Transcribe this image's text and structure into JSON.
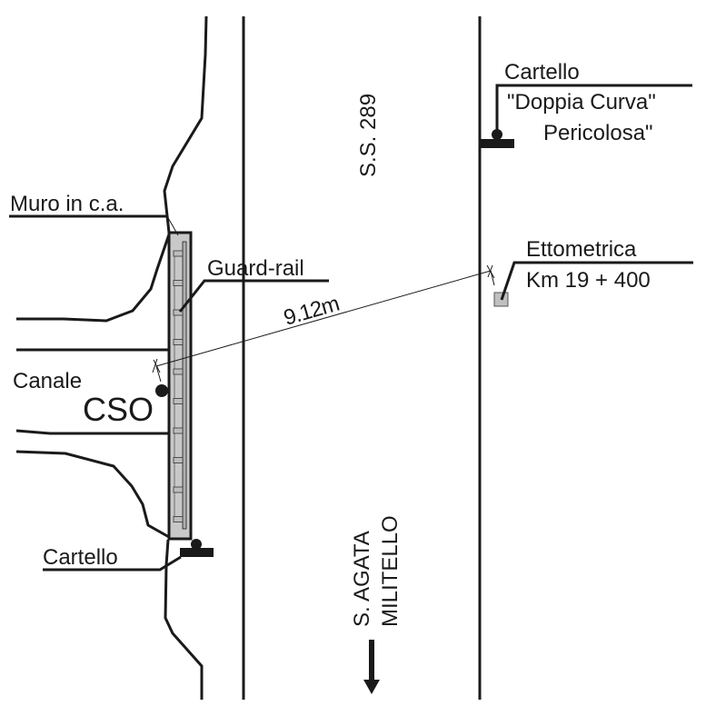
{
  "labels": {
    "road_name": "S.S. 289",
    "wall": "Muro in c.a.",
    "guard_rail": "Guard-rail",
    "distance": "9.12m",
    "canal_line1": "Canale",
    "canal_line2": "CSO",
    "sign_left": "Cartello",
    "sign_right_line1": "Cartello",
    "sign_right_line2": "\"Doppia Curva\"",
    "sign_right_line3": "Pericolosa\"",
    "hectometric_line1": "Ettometrica",
    "hectometric_line2": "Km 19 + 400",
    "direction_line1": "S. AGATA",
    "direction_line2": "MILITELLO"
  },
  "colors": {
    "ink": "#1a1a1a",
    "wall_fill": "#c8c8c8",
    "marker_fill": "#c0c0c0"
  },
  "icons": {
    "direction_arrow": "arrow-down-icon",
    "sign_left": "road-sign-icon",
    "sign_right": "road-sign-icon",
    "hectometric_marker": "milestone-marker-icon",
    "canal_outlet": "filled-circle-icon"
  }
}
